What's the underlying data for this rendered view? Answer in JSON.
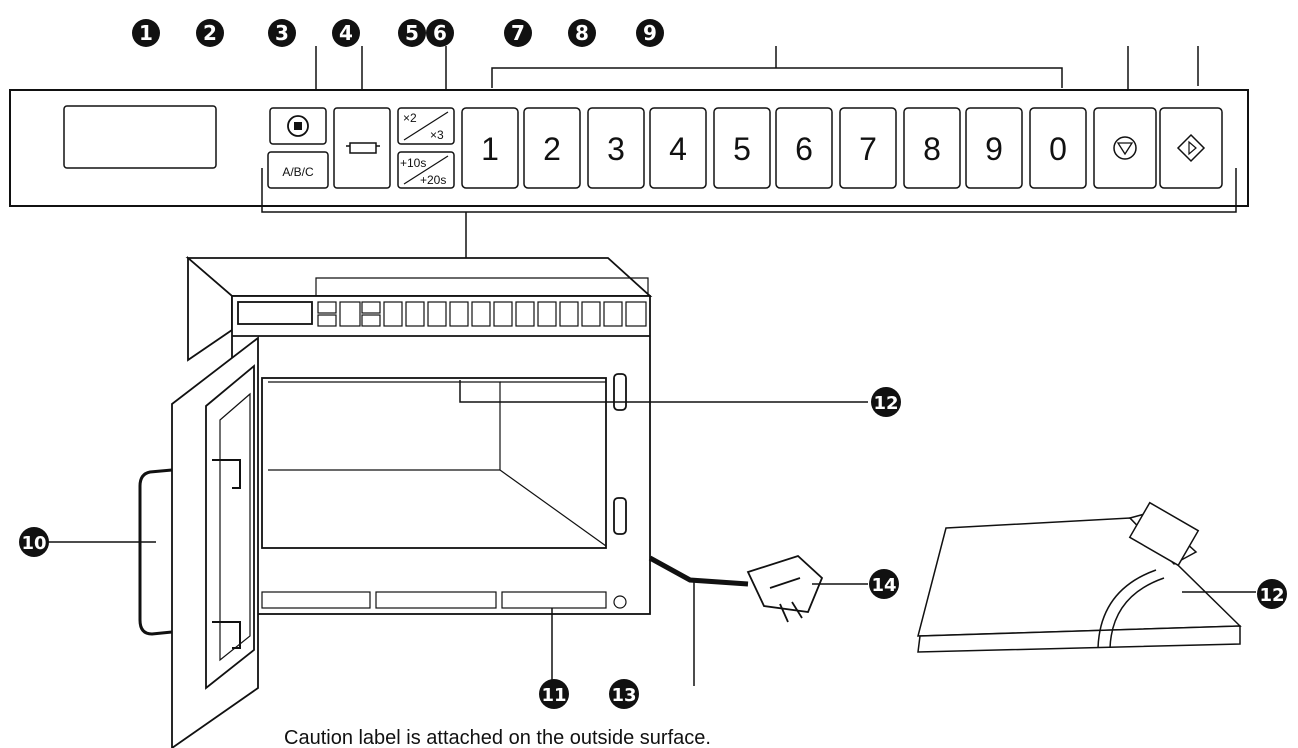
{
  "callouts": {
    "c1": "1",
    "c2": "2",
    "c3": "3",
    "c4": "4",
    "c5": "5",
    "c6": "6",
    "c7": "7",
    "c8": "8",
    "c9": "9",
    "c10": "10",
    "c11": "11",
    "c12a": "12",
    "c12b": "12",
    "c13": "13",
    "c14": "14"
  },
  "keypad": {
    "abc_label": "A/B/C",
    "x2_label": "×2",
    "x3_label": "×3",
    "plus10_label": "+10s",
    "plus20_label": "+20s",
    "digits": [
      "1",
      "2",
      "3",
      "4",
      "5",
      "6",
      "7",
      "8",
      "9",
      "0"
    ]
  },
  "caption": "Caution label is attached on the outside surface.",
  "colors": {
    "ink": "#111111",
    "panel": "#ffffff",
    "callout": "#111111"
  },
  "icons": {
    "stop_key": "circle-square-stop-icon",
    "tray_key": "tray-icon",
    "stop_cancel_key": "triangle-stop-icon",
    "start_key": "diamond-start-icon",
    "plug": "uk-plug-icon"
  }
}
